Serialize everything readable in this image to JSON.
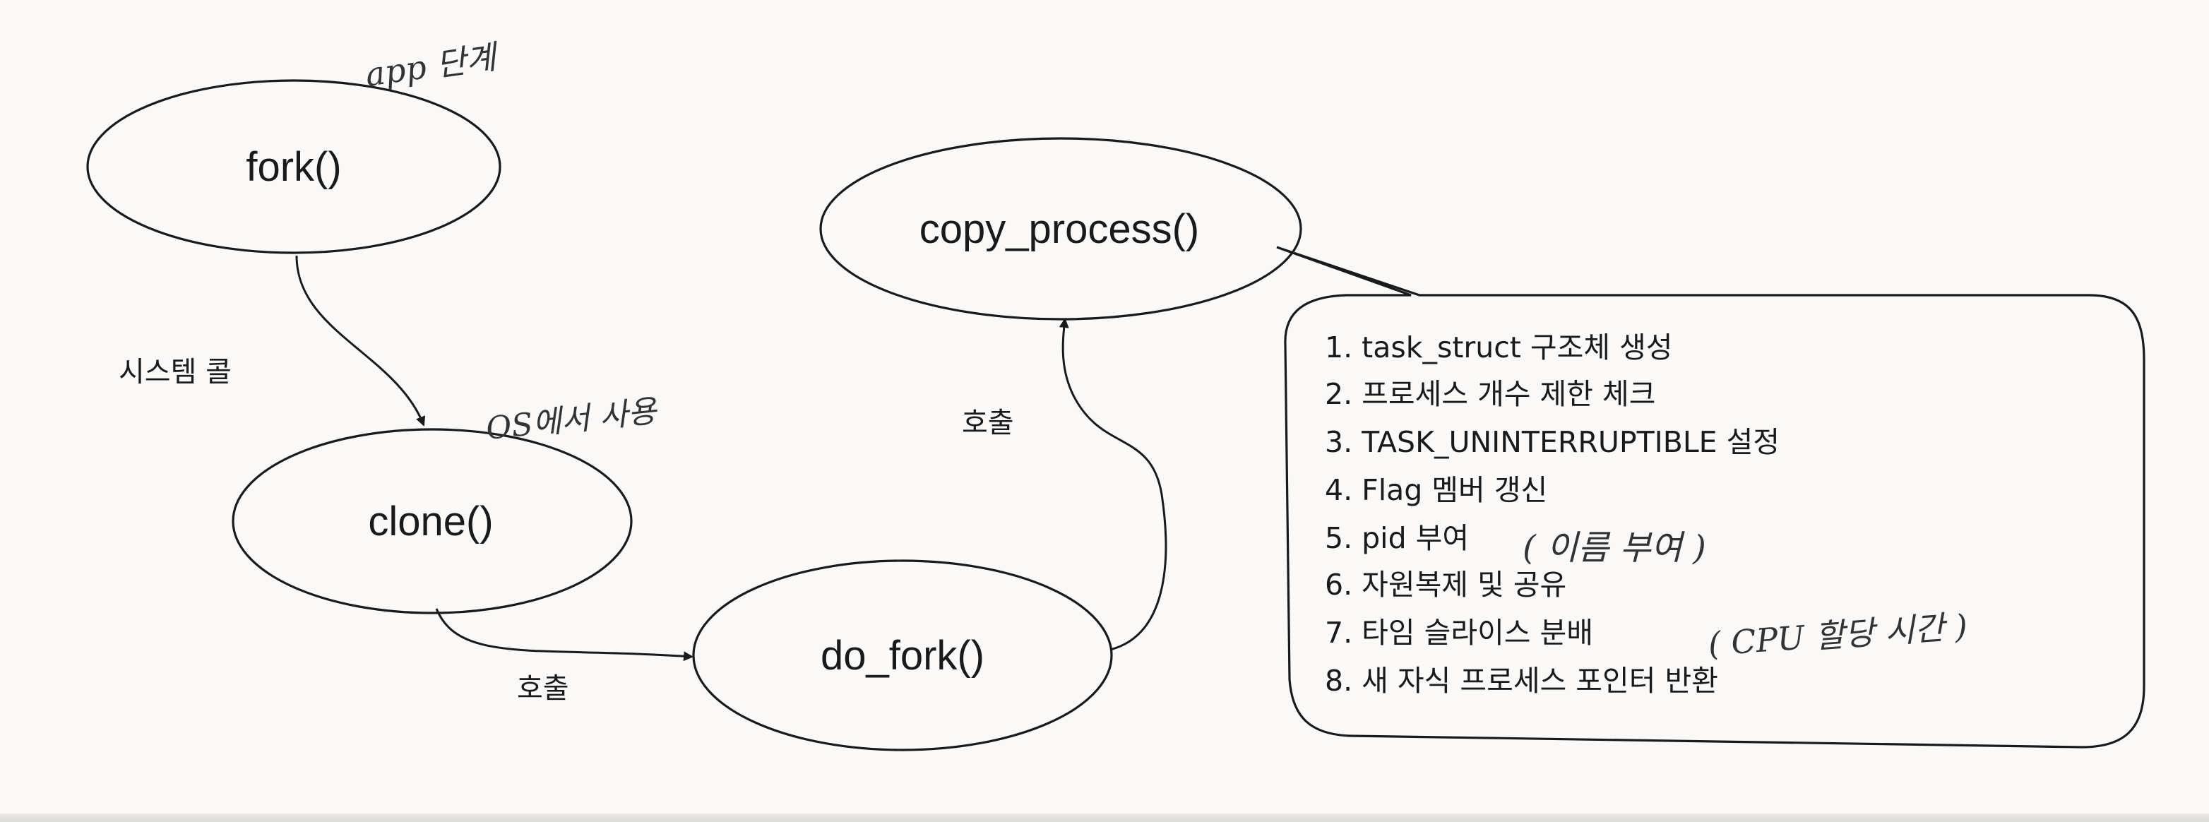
{
  "diagram": {
    "nodes": {
      "fork": "fork()",
      "clone": "clone()",
      "do_fork": "do_fork()",
      "copy_process": "copy_process()"
    },
    "edges": {
      "syscall": "시스템 콜",
      "call_1": "호출",
      "call_2": "호출"
    },
    "callout": {
      "items": [
        "1. task_struct 구조체 생성",
        "2. 프로세스 개수 제한 체크",
        "3. TASK_UNINTERRUPTIBLE 설정",
        "4. Flag 멤버 갱신",
        "5. pid 부여",
        "6. 자원복제 및 공유",
        "7. 타임 슬라이스 분배",
        "8. 새 자식 프로세스 포인터 반환"
      ]
    },
    "handwritten": {
      "app_note": "app 단계",
      "os_note": "OS에서 사용",
      "pid_note": "( 이름 부여 )",
      "time_note": "( CPU 할당 시간 )"
    }
  }
}
